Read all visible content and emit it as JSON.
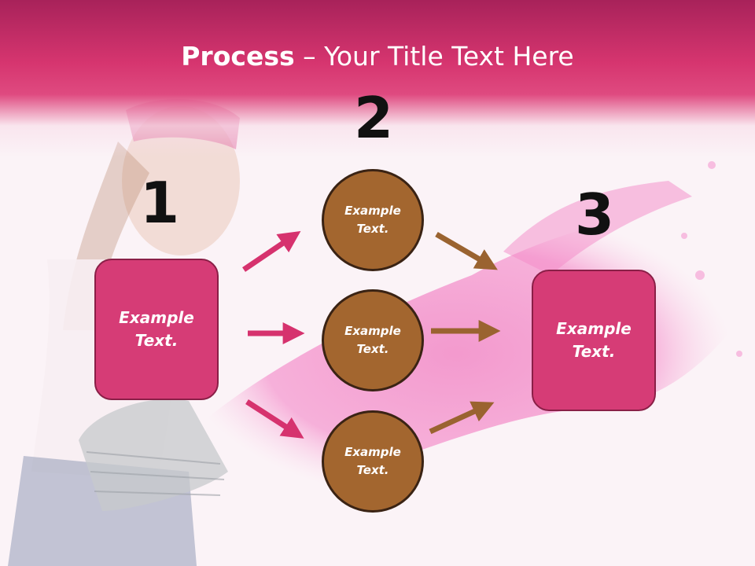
{
  "title": {
    "bold": "Process",
    "rest": " – Your Title Text Here"
  },
  "steps": {
    "one": {
      "number": "1",
      "text": "Example Text."
    },
    "two": {
      "number": "2",
      "items": [
        "Example Text.",
        "Example Text.",
        "Example Text."
      ]
    },
    "three": {
      "number": "3",
      "text": "Example Text."
    }
  },
  "colors": {
    "pink_box": "#d63c76",
    "brown_circle": "#a3662f",
    "pink_arrow": "#d6326e",
    "brown_arrow": "#9a6330"
  }
}
